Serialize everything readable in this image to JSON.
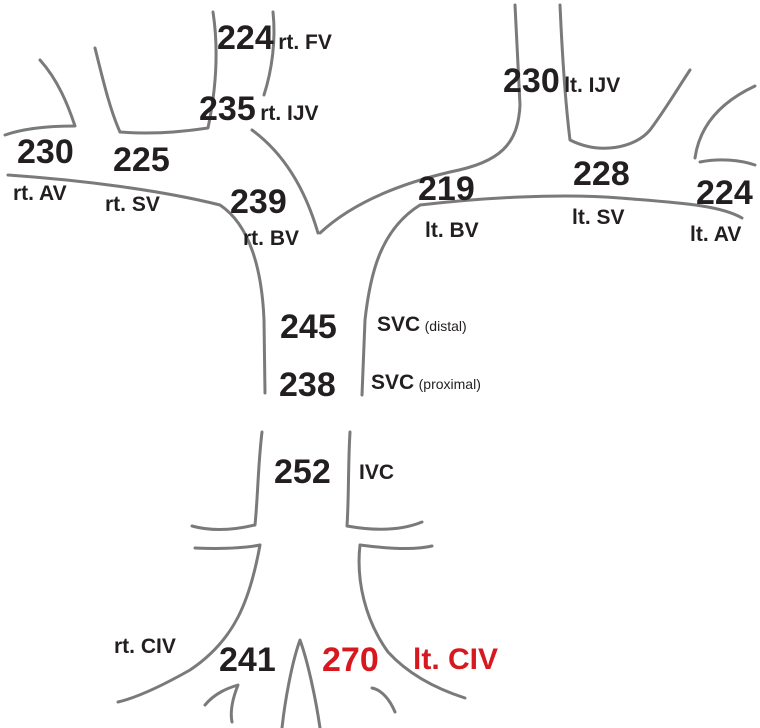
{
  "colors": {
    "vessel": "#7a7a7a",
    "text": "#231f20",
    "highlight": "#d7191f"
  },
  "veins": {
    "rt_fv": {
      "value": "224",
      "name": "rt. FV"
    },
    "rt_ijv": {
      "value": "235",
      "name": "rt. IJV"
    },
    "lt_ijv": {
      "value": "230",
      "name": "lt. IJV"
    },
    "rt_av": {
      "value": "230",
      "name": "rt. AV"
    },
    "rt_sv": {
      "value": "225",
      "name": "rt. SV"
    },
    "rt_bv": {
      "value": "239",
      "name": "rt. BV"
    },
    "lt_bv": {
      "value": "219",
      "name": "lt. BV"
    },
    "lt_sv": {
      "value": "228",
      "name": "lt. SV"
    },
    "lt_av": {
      "value": "224",
      "name": "lt. AV"
    },
    "svc_distal": {
      "value": "245",
      "name": "SVC",
      "qualifier": "(distal)"
    },
    "svc_proximal": {
      "value": "238",
      "name": "SVC",
      "qualifier": "(proximal)"
    },
    "ivc": {
      "value": "252",
      "name": "IVC"
    },
    "rt_civ": {
      "value": "241",
      "name": "rt. CIV"
    },
    "lt_civ": {
      "value": "270",
      "name": "lt. CIV",
      "highlight": true
    }
  }
}
